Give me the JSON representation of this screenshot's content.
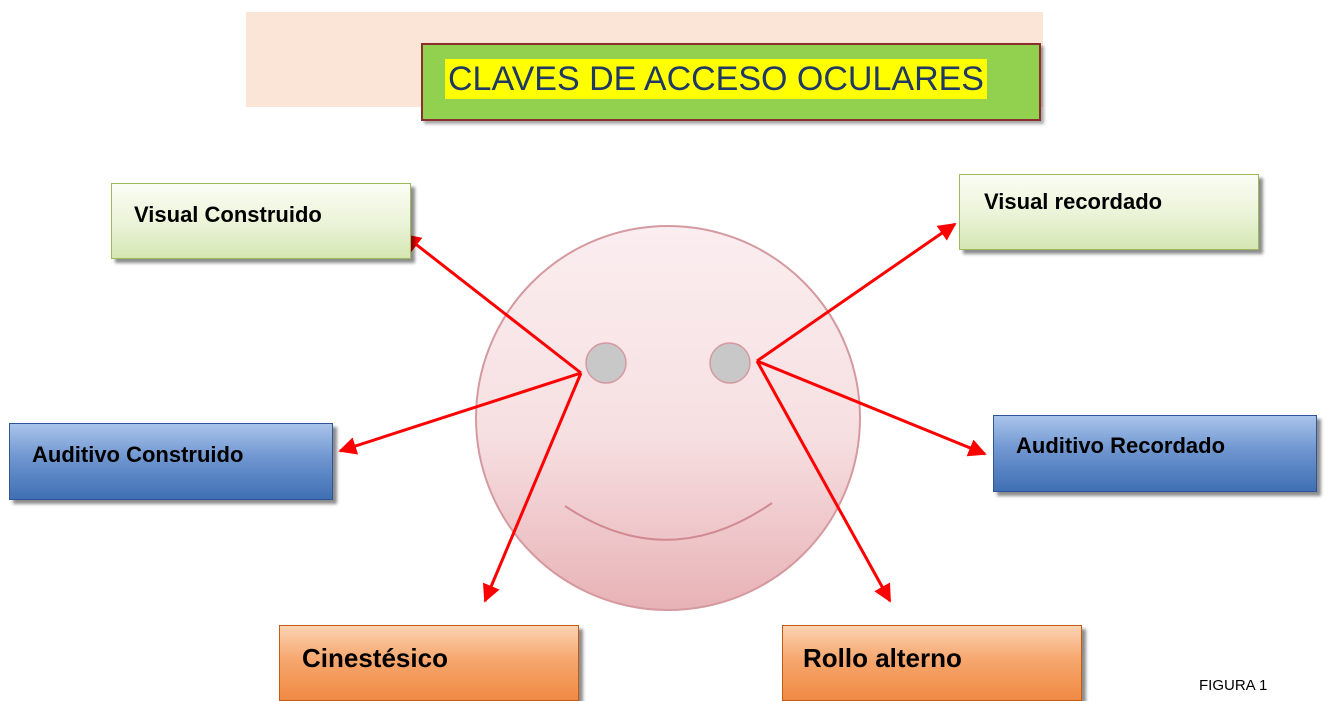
{
  "title": "CLAVES DE ACCESO OCULARES",
  "labels": {
    "visual_construido": "Visual Construido",
    "visual_recordado": "Visual recordado",
    "auditivo_construido": "Auditivo Construido",
    "auditivo_recordado": "Auditivo Recordado",
    "cinestesico": "Cinestésico",
    "rollo_alterno": "Rollo alterno"
  },
  "caption": "FIGURA 1",
  "colors": {
    "title_background": "#92d050",
    "title_highlight": "#ffff00",
    "title_text": "#1f3864",
    "arrow": "#ff0000",
    "face": "#f2cdd0",
    "eyes": "#c8c8c8"
  }
}
